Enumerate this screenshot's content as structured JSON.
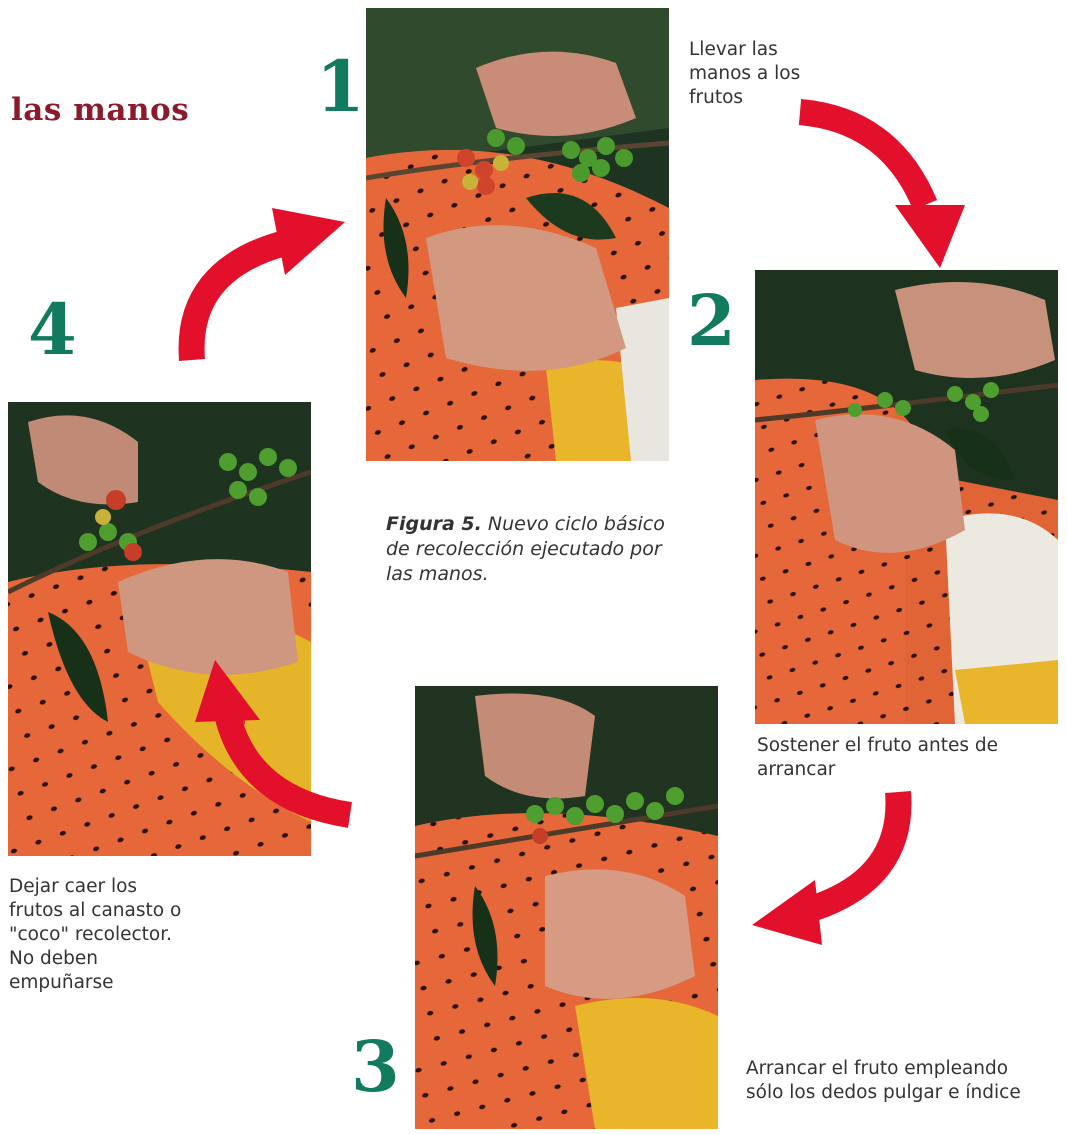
{
  "header": {
    "title": "las manos"
  },
  "steps": [
    {
      "number": "1",
      "text": "Llevar las manos a los frutos"
    },
    {
      "number": "2",
      "text": "Sostener el fruto antes de arrancar"
    },
    {
      "number": "3",
      "text": "Arrancar el fruto empleando sólo los dedos pulgar e índice"
    },
    {
      "number": "4",
      "text": "Dejar caer los frutos al canasto o \"coco\" recolector. No deben empuñarse"
    }
  ],
  "caption": {
    "label": "Figura 5.",
    "text": "Nuevo ciclo básico de recolección ejecutado por las manos."
  },
  "colors": {
    "arrow": "#e2102a",
    "number": "#117a5f",
    "title": "#8c1a2b",
    "basket": "#e56a3a"
  }
}
